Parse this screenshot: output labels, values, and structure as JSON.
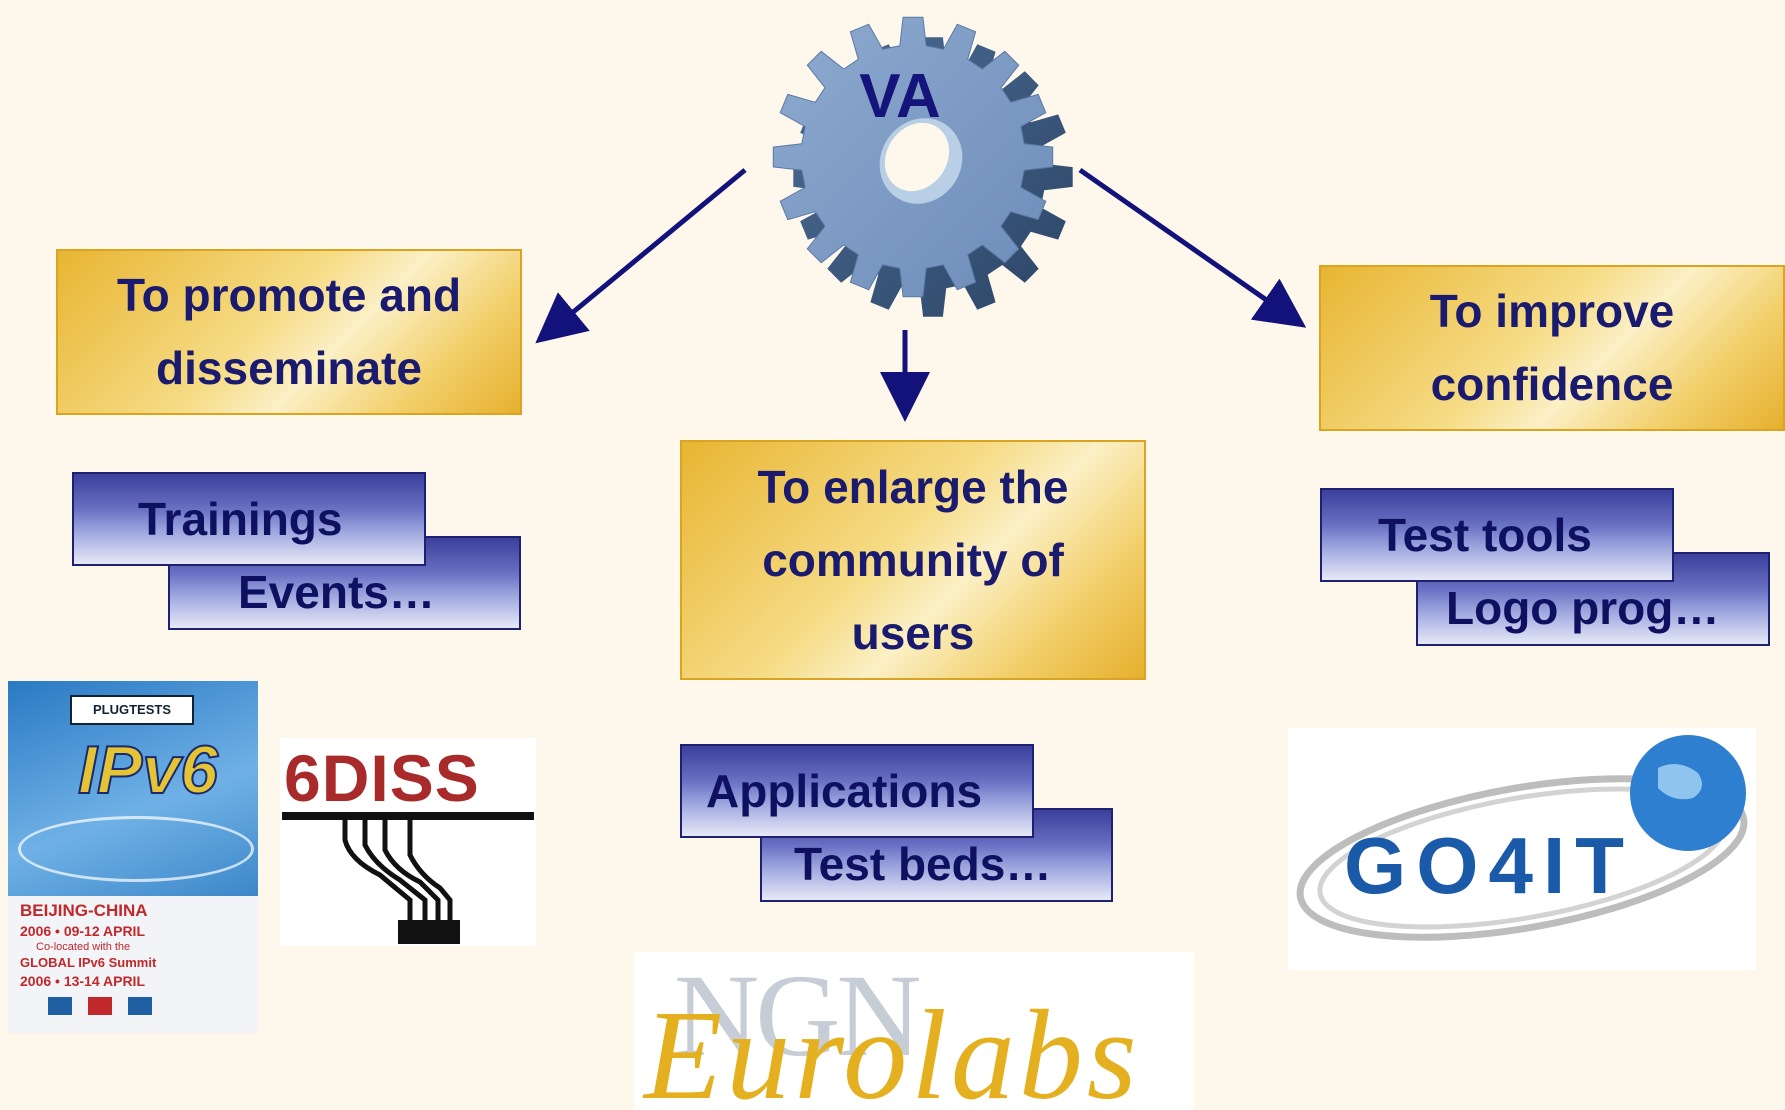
{
  "gear": {
    "label": "VA"
  },
  "goals": {
    "promote": "To promote and disseminate",
    "enlarge": "To enlarge the community of users",
    "improve": "To improve confidence"
  },
  "actions": {
    "left": [
      "Trainings",
      "Events…"
    ],
    "center": [
      "Applications",
      "Test beds…"
    ],
    "right": [
      "Test tools",
      "Logo prog…"
    ]
  },
  "logos": {
    "poster": {
      "header": "PLUGTESTS",
      "title": "IPv6",
      "location": "BEIJING-CHINA",
      "dates1": "2006 • 09-12 APRIL",
      "colocated": "Co-located with the",
      "summit": "GLOBAL IPv6 Summit",
      "dates2": "2006 • 13-14 APRIL"
    },
    "sixdiss": "6DISS",
    "ngn_top": "NGN",
    "ngn_bottom": "Eurolabs",
    "go4it": "GO4IT"
  },
  "colors": {
    "navy": "#1a1a6e",
    "gold": "#e8b532",
    "background": "#fdf7ec"
  }
}
